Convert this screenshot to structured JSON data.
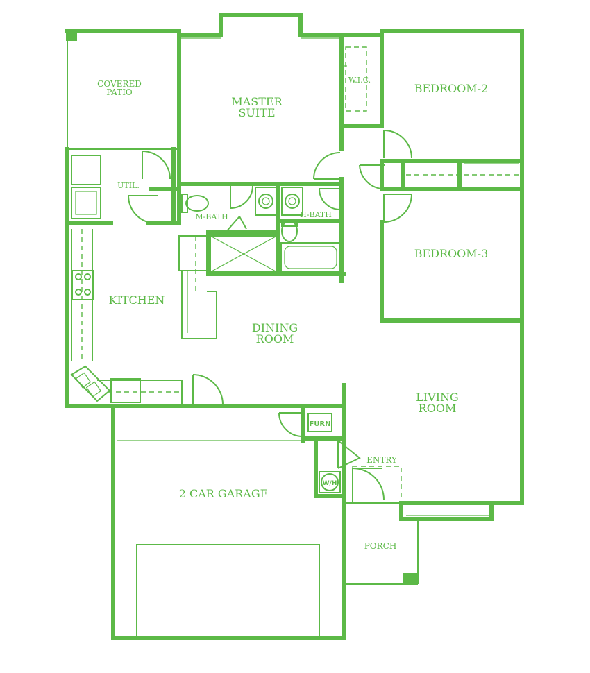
{
  "plan": {
    "rooms": {
      "covered_patio": [
        "COVERED",
        "PATIO"
      ],
      "master_suite": [
        "MASTER",
        "SUITE"
      ],
      "wic": "W.I.C.",
      "bedroom2": "BEDROOM-2",
      "bedroom3": "BEDROOM-3",
      "util": "UTIL.",
      "m_bath": "M-BATH",
      "h_bath": "H-BATH",
      "kitchen": "KITCHEN",
      "dining_room": [
        "DINING",
        "ROOM"
      ],
      "living_room": [
        "LIVING",
        "ROOM"
      ],
      "garage": "2 CAR GARAGE",
      "entry": "ENTRY",
      "porch": "PORCH"
    },
    "fixtures": {
      "furnace": "FURN",
      "water_heater": "W/H"
    },
    "colors": {
      "line": "#5cb947",
      "background": "#ffffff"
    }
  }
}
